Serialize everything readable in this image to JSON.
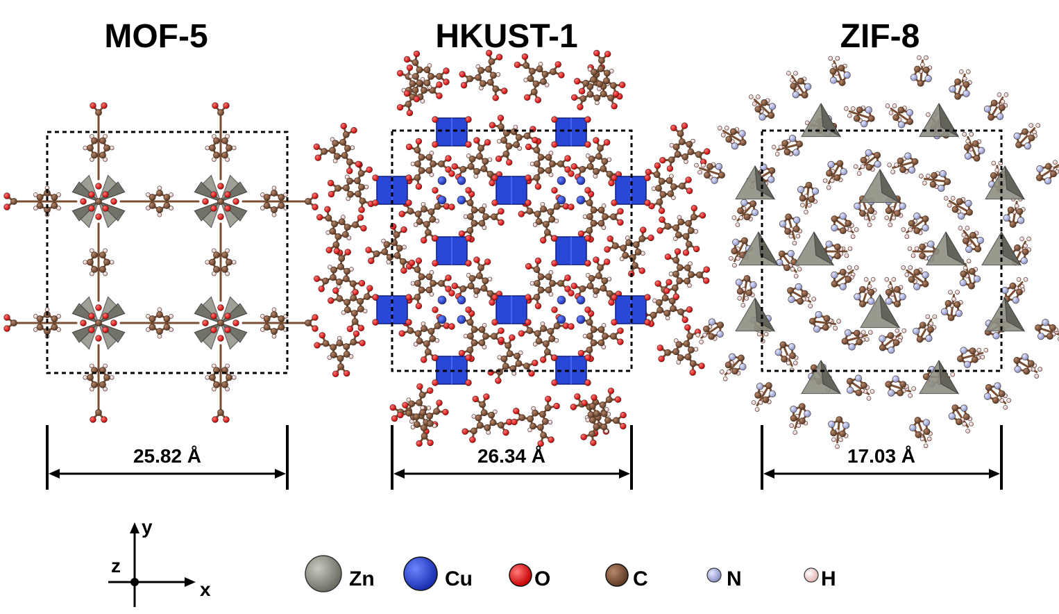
{
  "panels": [
    {
      "title": "MOF-5",
      "dimension": "25.82 Å",
      "metal": "Zn"
    },
    {
      "title": "HKUST-1",
      "dimension": "26.34 Å",
      "metal": "Cu"
    },
    {
      "title": "ZIF-8",
      "dimension": "17.03 Å",
      "metal": "Zn"
    }
  ],
  "axes": {
    "x": "x",
    "y": "y",
    "z": "z"
  },
  "legend": [
    {
      "label": "Zn",
      "color": "#8e8e82"
    },
    {
      "label": "Cu",
      "color": "#2a48d8"
    },
    {
      "label": "O",
      "color": "#ff0d0d"
    },
    {
      "label": "C",
      "color": "#8a5a3c"
    },
    {
      "label": "N",
      "color": "#aab0dc"
    },
    {
      "label": "H",
      "color": "#f5d2d2"
    }
  ],
  "colors": {
    "zn_polyhedron": "#8e8e82",
    "cu_polyhedron": "#2a48d8",
    "oxygen": "#ff0d0d",
    "carbon": "#8a5a3c",
    "nitrogen": "#aab0dc",
    "hydrogen": "#f5d2d2",
    "bond": "#7a4e32"
  }
}
